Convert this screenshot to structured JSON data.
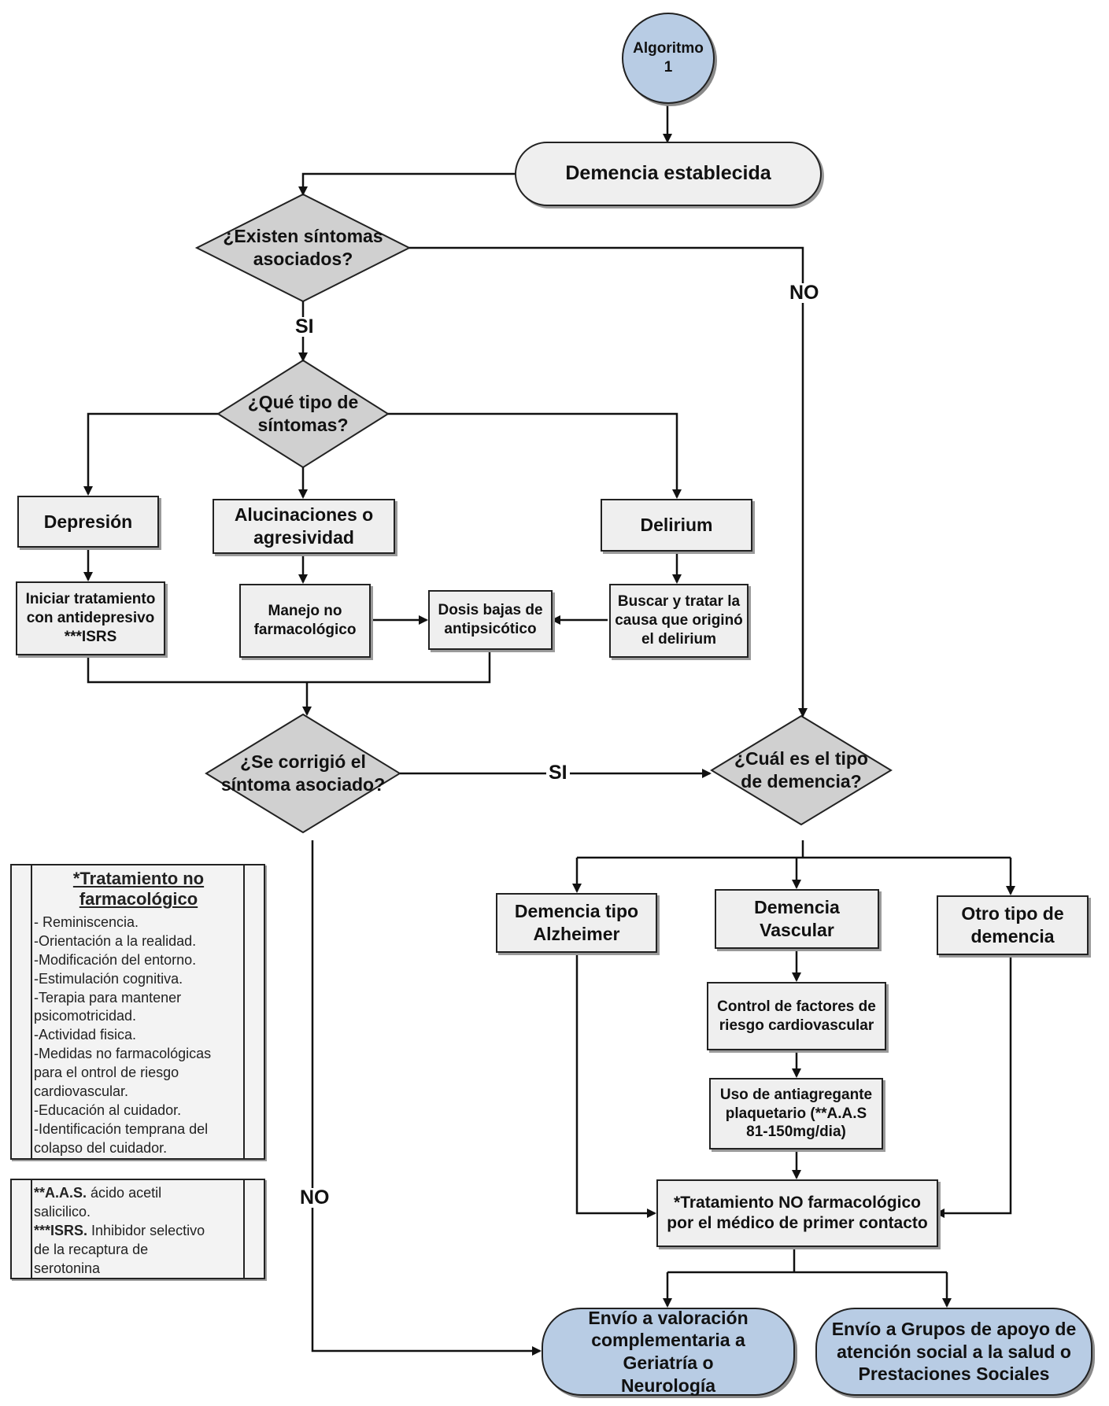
{
  "start": "Algoritmo\n1",
  "established": "Demencia establecida",
  "q_symptoms": "¿Existen síntomas\nasociados?",
  "q_type_symptoms": "¿Qué tipo de\nsíntomas?",
  "q_corrected": "¿Se corrigió el\nsíntoma asociado?",
  "q_dementia_type": "¿Cuál es el tipo\nde demencia?",
  "labels": {
    "si_1": "SI",
    "no_1": "NO",
    "si_2": "SI",
    "no_2": "NO"
  },
  "symptoms": {
    "depression": "Depresión",
    "hallucinations": "Alucinaciones o\nagresividad",
    "delirium": "Delirium"
  },
  "actions": {
    "antidepressant": "Iniciar tratamiento\ncon antidepresivo\n***ISRS",
    "non_pharm": "Manejo no\nfarmacológico",
    "antipsychotic": "Dosis bajas de\nantipsicótico",
    "delirium_cause": "Buscar y tratar la\ncausa que originó\nel delirium"
  },
  "dementia_types": {
    "alzheimer": "Demencia tipo\nAlzheimer",
    "vascular": "Demencia\nVascular",
    "other": "Otro tipo de\ndemencia"
  },
  "vascular_steps": {
    "risk_control": "Control de factores de\nriesgo cardiovascular",
    "antiplatelet": "Uso de antiagregante\nplaquetario (**A.A.S\n81-150mg/dia)"
  },
  "non_pharm_treatment": "*Tratamiento NO farmacológico\npor el médico de primer contacto",
  "referral_geriatrics": "Envío a valoración\ncomplementaria a Geriatría o\nNeurología",
  "referral_support": "Envío a Grupos de apoyo de\natención social a la salud o\nPrestaciones Sociales",
  "note_box": {
    "title": "*Tratamiento no\nfarmacológico",
    "items": [
      "- Reminiscencia.",
      "-Orientación a la realidad.",
      "-Modificación del entorno.",
      "-Estimulación cognitiva.",
      "-Terapia para mantener",
      "psicomotricidad.",
      "-Actividad fisica.",
      "-Medidas no farmacológicas",
      "para el ontrol de riesgo",
      "cardiovascular.",
      "-Educación al cuidador.",
      "-Identificación temprana del",
      "colapso del cuidador."
    ]
  },
  "abbrev_box": {
    "aas_key": "**A.A.S.",
    "aas_text": " ácido acetil",
    "aas_text2": "salicilico.",
    "isrs_key": "***ISRS.",
    "isrs_text": " Inhibidor selectivo",
    "isrs_text2": "de la recaptura de",
    "isrs_text3": "serotonina"
  },
  "colors": {
    "terminal": "#b8cce4",
    "process": "#efefef",
    "decision": "#d0d0d0",
    "line": "#111111"
  }
}
